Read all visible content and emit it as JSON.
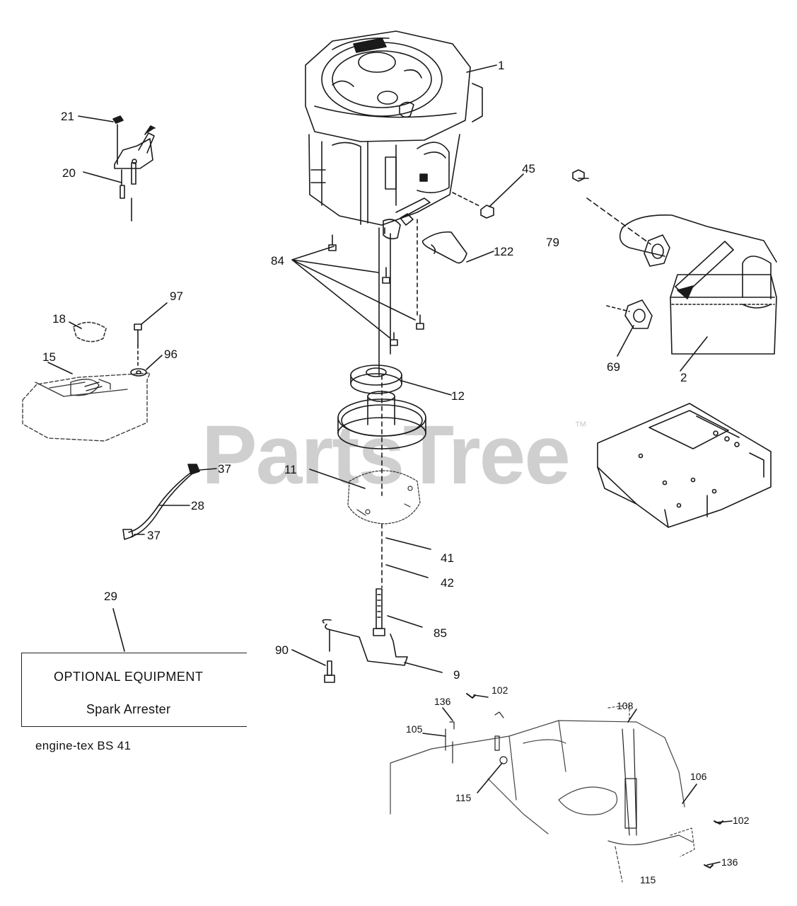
{
  "watermark": {
    "text": "PartsTree",
    "trademark": "™"
  },
  "optional_box": {
    "callout": "29",
    "title": "OPTIONAL EQUIPMENT",
    "item": "Spark Arrester"
  },
  "reference": "engine-tex  BS  41",
  "callouts": {
    "c1": "1",
    "c2": "2",
    "c9": "9",
    "c11": "11",
    "c12": "12",
    "c15": "15",
    "c18": "18",
    "c20": "20",
    "c21": "21",
    "c28": "28",
    "c37a": "37",
    "c37b": "37",
    "c41": "41",
    "c42": "42",
    "c45": "45",
    "c69": "69",
    "c79": "79",
    "c84": "84",
    "c85": "85",
    "c90": "90",
    "c96": "96",
    "c97": "97",
    "c102a": "102",
    "c102b": "102",
    "c105": "105",
    "c106": "106",
    "c108": "108",
    "c115a": "115",
    "c115b": "115",
    "c122": "122",
    "c136a": "136",
    "c136b": "136"
  }
}
